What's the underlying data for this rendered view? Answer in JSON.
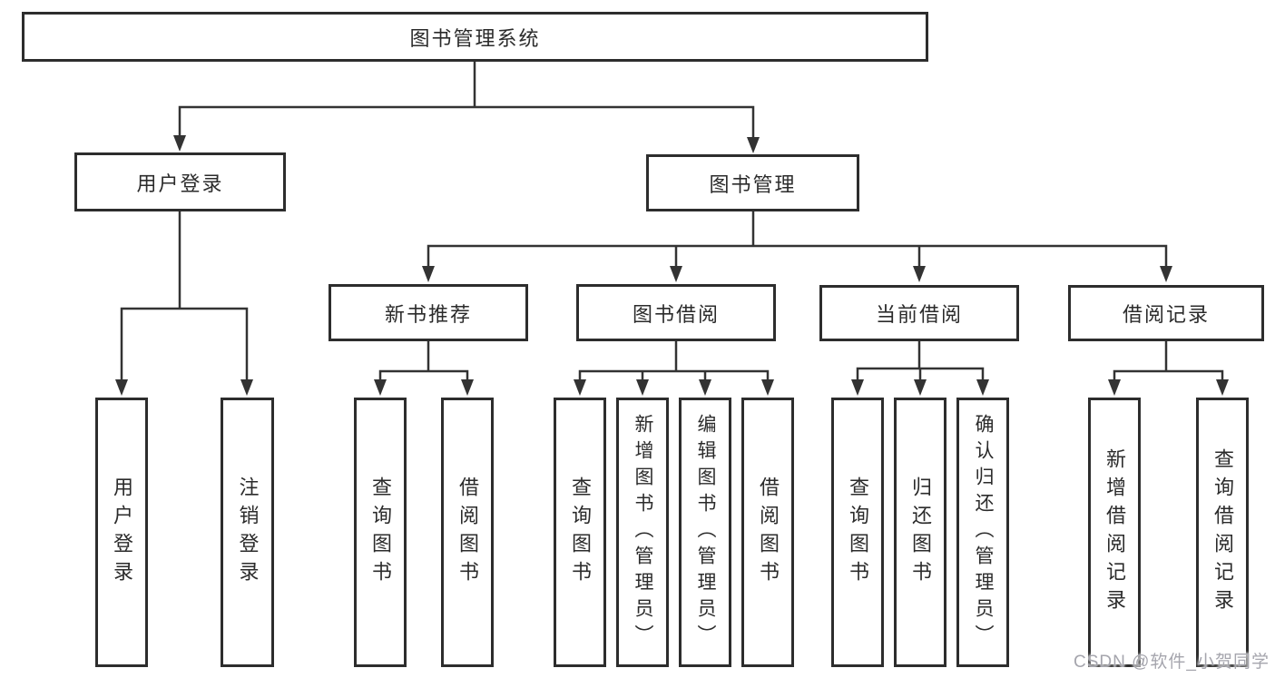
{
  "colors": {
    "line": "#333333",
    "border": "#2d2d2d",
    "text": "#2b2b2b",
    "watermark": "#a5a5ad",
    "background": "#ffffff"
  },
  "diagram": {
    "type": "tree",
    "root": {
      "label": "图书管理系统"
    },
    "branches": [
      {
        "label": "用户登录",
        "children": [
          {
            "label": "用户登录"
          },
          {
            "label": "注销登录"
          }
        ]
      },
      {
        "label": "图书管理",
        "children": [
          {
            "label": "新书推荐",
            "children": [
              {
                "label": "查询图书"
              },
              {
                "label": "借阅图书"
              }
            ]
          },
          {
            "label": "图书借阅",
            "children": [
              {
                "label": "查询图书"
              },
              {
                "label": "新增图书（管理员）"
              },
              {
                "label": "编辑图书（管理员）"
              },
              {
                "label": "借阅图书"
              }
            ]
          },
          {
            "label": "当前借阅",
            "children": [
              {
                "label": "查询图书"
              },
              {
                "label": "归还图书"
              },
              {
                "label": "确认归还（管理员）"
              }
            ]
          },
          {
            "label": "借阅记录",
            "children": [
              {
                "label": "新增借阅记录"
              },
              {
                "label": "查询借阅记录"
              }
            ]
          }
        ]
      }
    ]
  },
  "watermark": {
    "text": "CSDN @软件_小贺同学"
  }
}
